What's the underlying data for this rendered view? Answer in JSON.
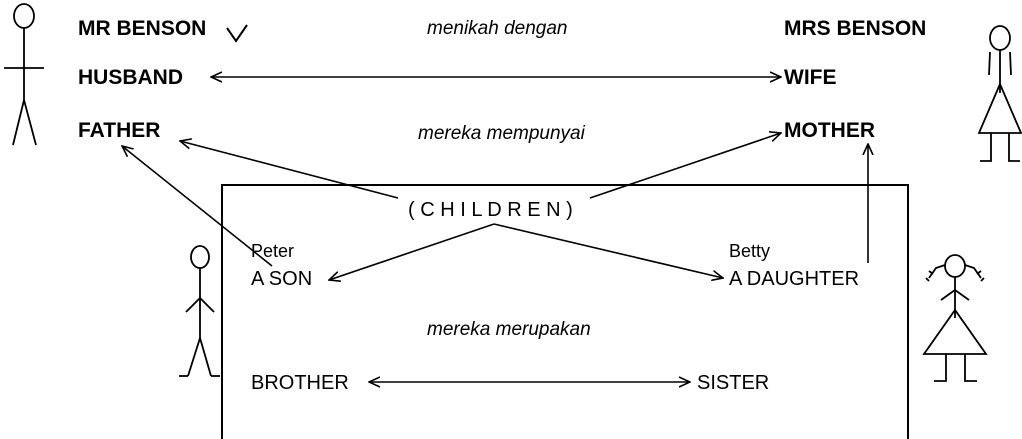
{
  "parents": {
    "mr": "MR BENSON",
    "mrs": "MRS BENSON",
    "married_phrase": "menikah dengan",
    "husband": "HUSBAND",
    "wife": "WIFE",
    "father": "FATHER",
    "mother": "MOTHER",
    "have_phrase": "mereka mempunyai"
  },
  "children": {
    "group_label": "( C H I L D R E N )",
    "son_name": "Peter",
    "son_role": "A SON",
    "daughter_name": "Betty",
    "daughter_role": "A DAUGHTER",
    "are_phrase": "mereka merupakan",
    "brother": "BROTHER",
    "sister": "SISTER"
  }
}
